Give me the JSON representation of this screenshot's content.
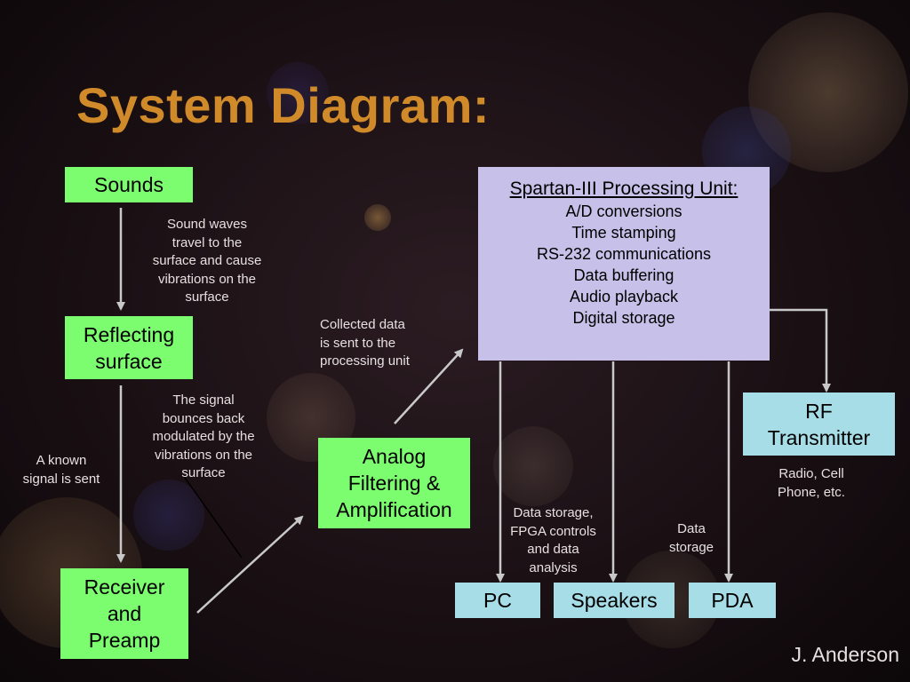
{
  "title": "System Diagram:",
  "nodes": {
    "sounds": "Sounds",
    "reflecting": [
      "Reflecting",
      "surface"
    ],
    "receiver": [
      "Receiver",
      "and",
      "Preamp"
    ],
    "analog": [
      "Analog",
      "Filtering &",
      "Amplification"
    ],
    "spartan": {
      "heading": "Spartan-III Processing Unit:",
      "items": [
        "A/D conversions",
        "Time stamping",
        "RS-232 communications",
        "Data buffering",
        "Audio playback",
        "Digital storage"
      ]
    },
    "rf": [
      "RF",
      "Transmitter"
    ],
    "pc": "PC",
    "speakers": "Speakers",
    "pda": "PDA"
  },
  "notes": {
    "sound_waves": [
      "Sound waves",
      "travel to the",
      "surface and cause",
      "vibrations on the",
      "surface"
    ],
    "bounce": [
      "The signal",
      "bounces back",
      "modulated by the",
      "vibrations on the",
      "surface"
    ],
    "known_signal": [
      "A known",
      "signal is sent"
    ],
    "collected": [
      "Collected data",
      "is sent to the",
      "processing unit"
    ],
    "radio": [
      "Radio, Cell",
      "Phone, etc."
    ],
    "data_storage_fpga": [
      "Data storage,",
      "FPGA controls",
      "and data",
      "analysis"
    ],
    "data_storage": [
      "Data",
      "storage"
    ]
  },
  "author": "J. Anderson",
  "colors": {
    "title": "#d08a2a",
    "green_box": "#7cfc6f",
    "cyan_box": "#a6dde6",
    "processor_box": "#c7c0e8",
    "arrow": "#c8c8c8"
  }
}
